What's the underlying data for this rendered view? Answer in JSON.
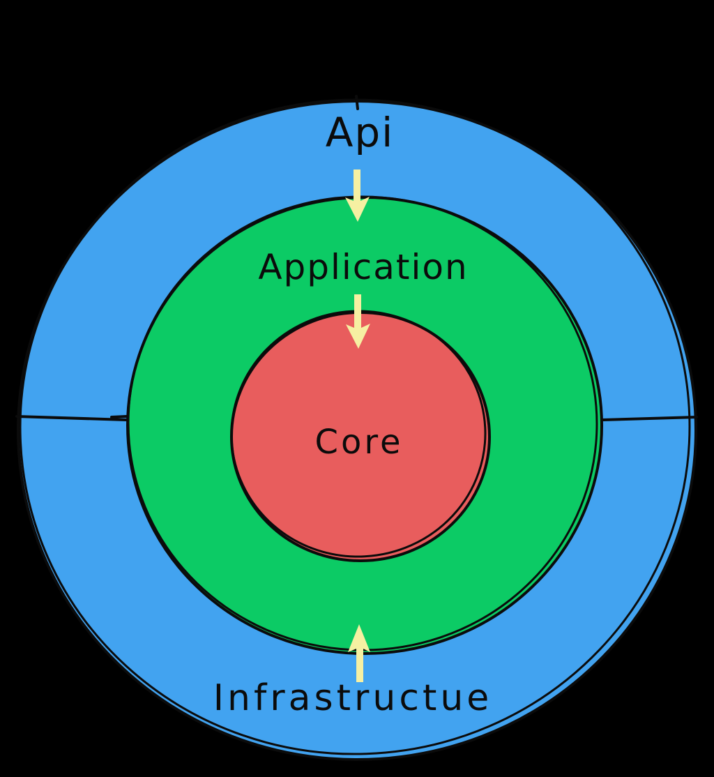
{
  "diagram": {
    "type": "onion-architecture",
    "labels": {
      "outer_top": "Api",
      "middle": "Application",
      "center": "Core",
      "outer_bottom": "Infrastructue"
    },
    "arrows": [
      {
        "name": "api-to-application",
        "direction": "down"
      },
      {
        "name": "application-to-core",
        "direction": "down"
      },
      {
        "name": "infrastructure-to-application",
        "direction": "up"
      }
    ],
    "colors": {
      "background": "#000000",
      "outer_ring": "#42A3F0",
      "middle_ring": "#0CCB65",
      "core": "#E85D5D",
      "arrows": "#F6F0A2",
      "outline": "#0b0b0b",
      "text": "#0b0b0b"
    }
  }
}
